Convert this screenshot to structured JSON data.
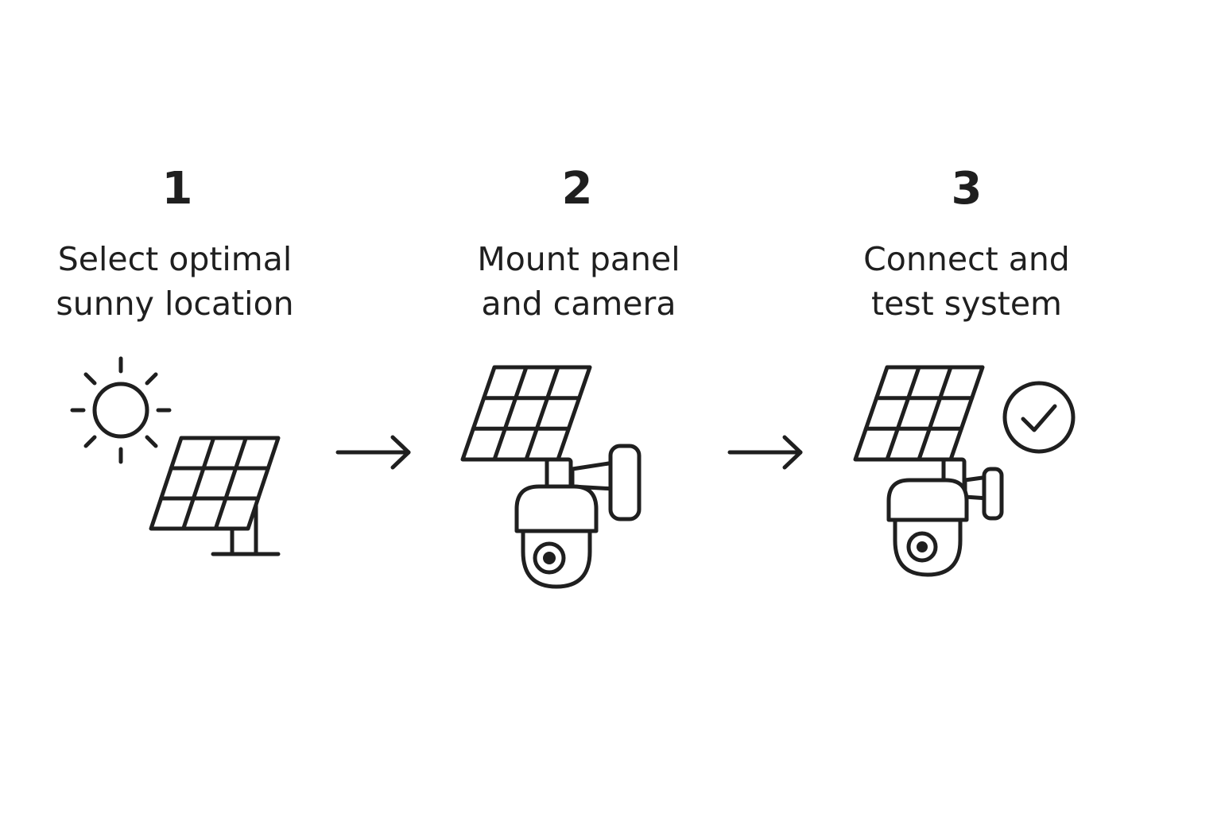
{
  "steps": [
    {
      "number": "1",
      "line1": "Select optimal",
      "line2": "sunny location",
      "icons": [
        "sun-icon",
        "solar-panel-icon"
      ]
    },
    {
      "number": "2",
      "line1": "Mount panel",
      "line2": "and camera",
      "icons": [
        "solar-camera-icon"
      ]
    },
    {
      "number": "3",
      "line1": "Connect and",
      "line2": "test system",
      "icons": [
        "solar-camera-icon",
        "checkmark-circle-icon"
      ]
    }
  ],
  "connectors": [
    "arrow-right-icon",
    "arrow-right-icon"
  ],
  "colors": {
    "ink": "#1f1f1f",
    "background": "#ffffff"
  }
}
